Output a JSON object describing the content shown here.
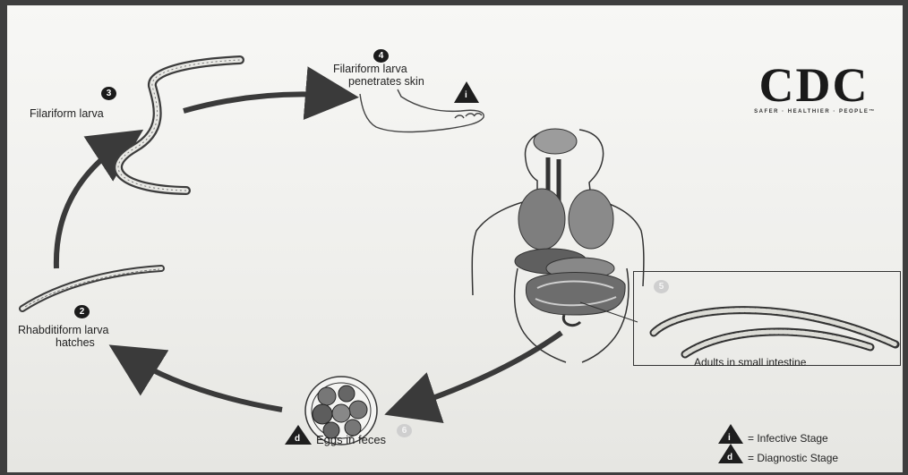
{
  "logo": {
    "text": "CDC",
    "tagline": "SAFER · HEALTHIER · PEOPLE™"
  },
  "stages": {
    "s2": {
      "number": "2",
      "label_line1": "Rhabditiform larva",
      "label_line2": "hatches"
    },
    "s3": {
      "number": "3",
      "label": "Filariform larva"
    },
    "s4": {
      "number": "4",
      "label_line1": "Filariform larva",
      "label_line2": "penetrates skin",
      "stage_marker": "i"
    },
    "s5": {
      "number": "5",
      "label": "Adults in small intestine"
    },
    "s6": {
      "number": "6"
    },
    "eggs": {
      "marker": "d",
      "label": "Eggs in feces"
    }
  },
  "legend": {
    "infective": {
      "marker": "i",
      "label": "= Infective Stage"
    },
    "diagnostic": {
      "marker": "d",
      "label": "= Diagnostic Stage"
    }
  }
}
